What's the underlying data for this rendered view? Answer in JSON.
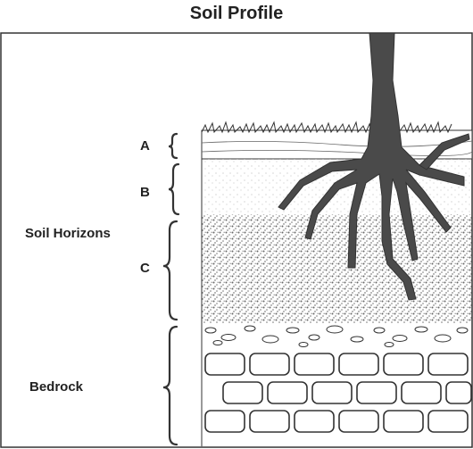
{
  "title": "Soil Profile",
  "labels": {
    "horizon_a": "A",
    "horizon_b": "B",
    "horizon_c": "C",
    "soil_horizons": "Soil Horizons",
    "bedrock": "Bedrock"
  },
  "colors": {
    "ink": "#333333",
    "root": "#4a4a4a"
  }
}
